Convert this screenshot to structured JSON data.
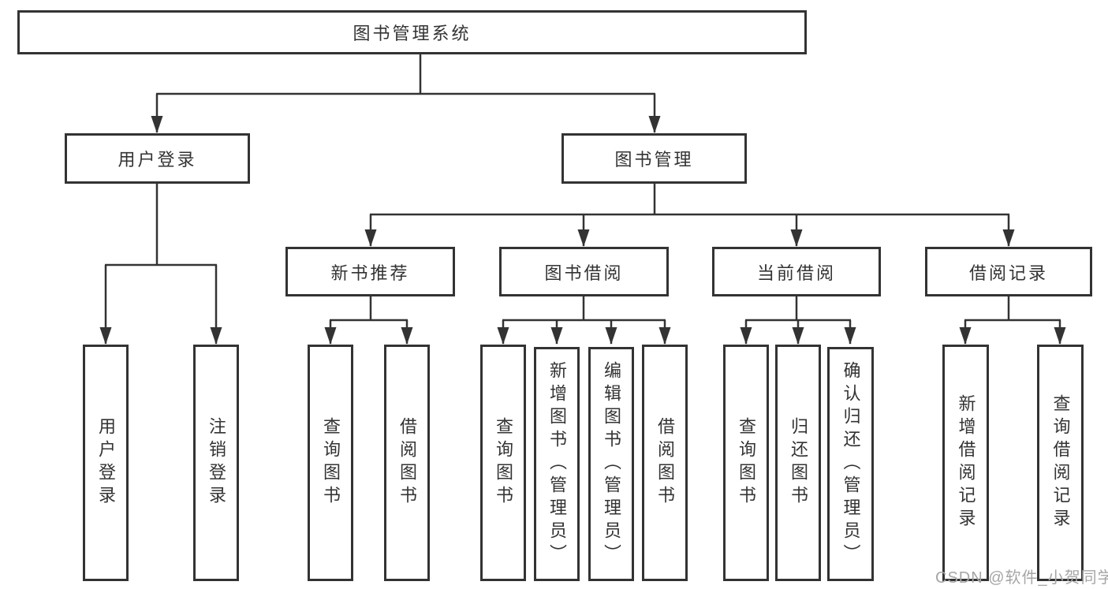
{
  "diagram": {
    "title": "图书管理系统",
    "root": {
      "label": "图书管理系统"
    },
    "branches": [
      {
        "label": "用户登录",
        "children": [
          {
            "label": "用户登录"
          },
          {
            "label": "注销登录"
          }
        ]
      },
      {
        "label": "图书管理",
        "children": [
          {
            "label": "新书推荐",
            "children": [
              {
                "label": "查询图书"
              },
              {
                "label": "借阅图书"
              }
            ]
          },
          {
            "label": "图书借阅",
            "children": [
              {
                "label": "查询图书"
              },
              {
                "label": "新增图书（管理员）"
              },
              {
                "label": "编辑图书（管理员）"
              },
              {
                "label": "借阅图书"
              }
            ]
          },
          {
            "label": "当前借阅",
            "children": [
              {
                "label": "查询图书"
              },
              {
                "label": "归还图书"
              },
              {
                "label": "确认归还（管理员）"
              }
            ]
          },
          {
            "label": "借阅记录",
            "children": [
              {
                "label": "新增借阅记录"
              },
              {
                "label": "查询借阅记录"
              }
            ]
          }
        ]
      }
    ]
  },
  "watermark": {
    "text": "CSDN @软件_小贺同学"
  },
  "colors": {
    "line": "#333333",
    "text": "#333333",
    "watermark": "#a6a6a6",
    "background": "#ffffff"
  }
}
